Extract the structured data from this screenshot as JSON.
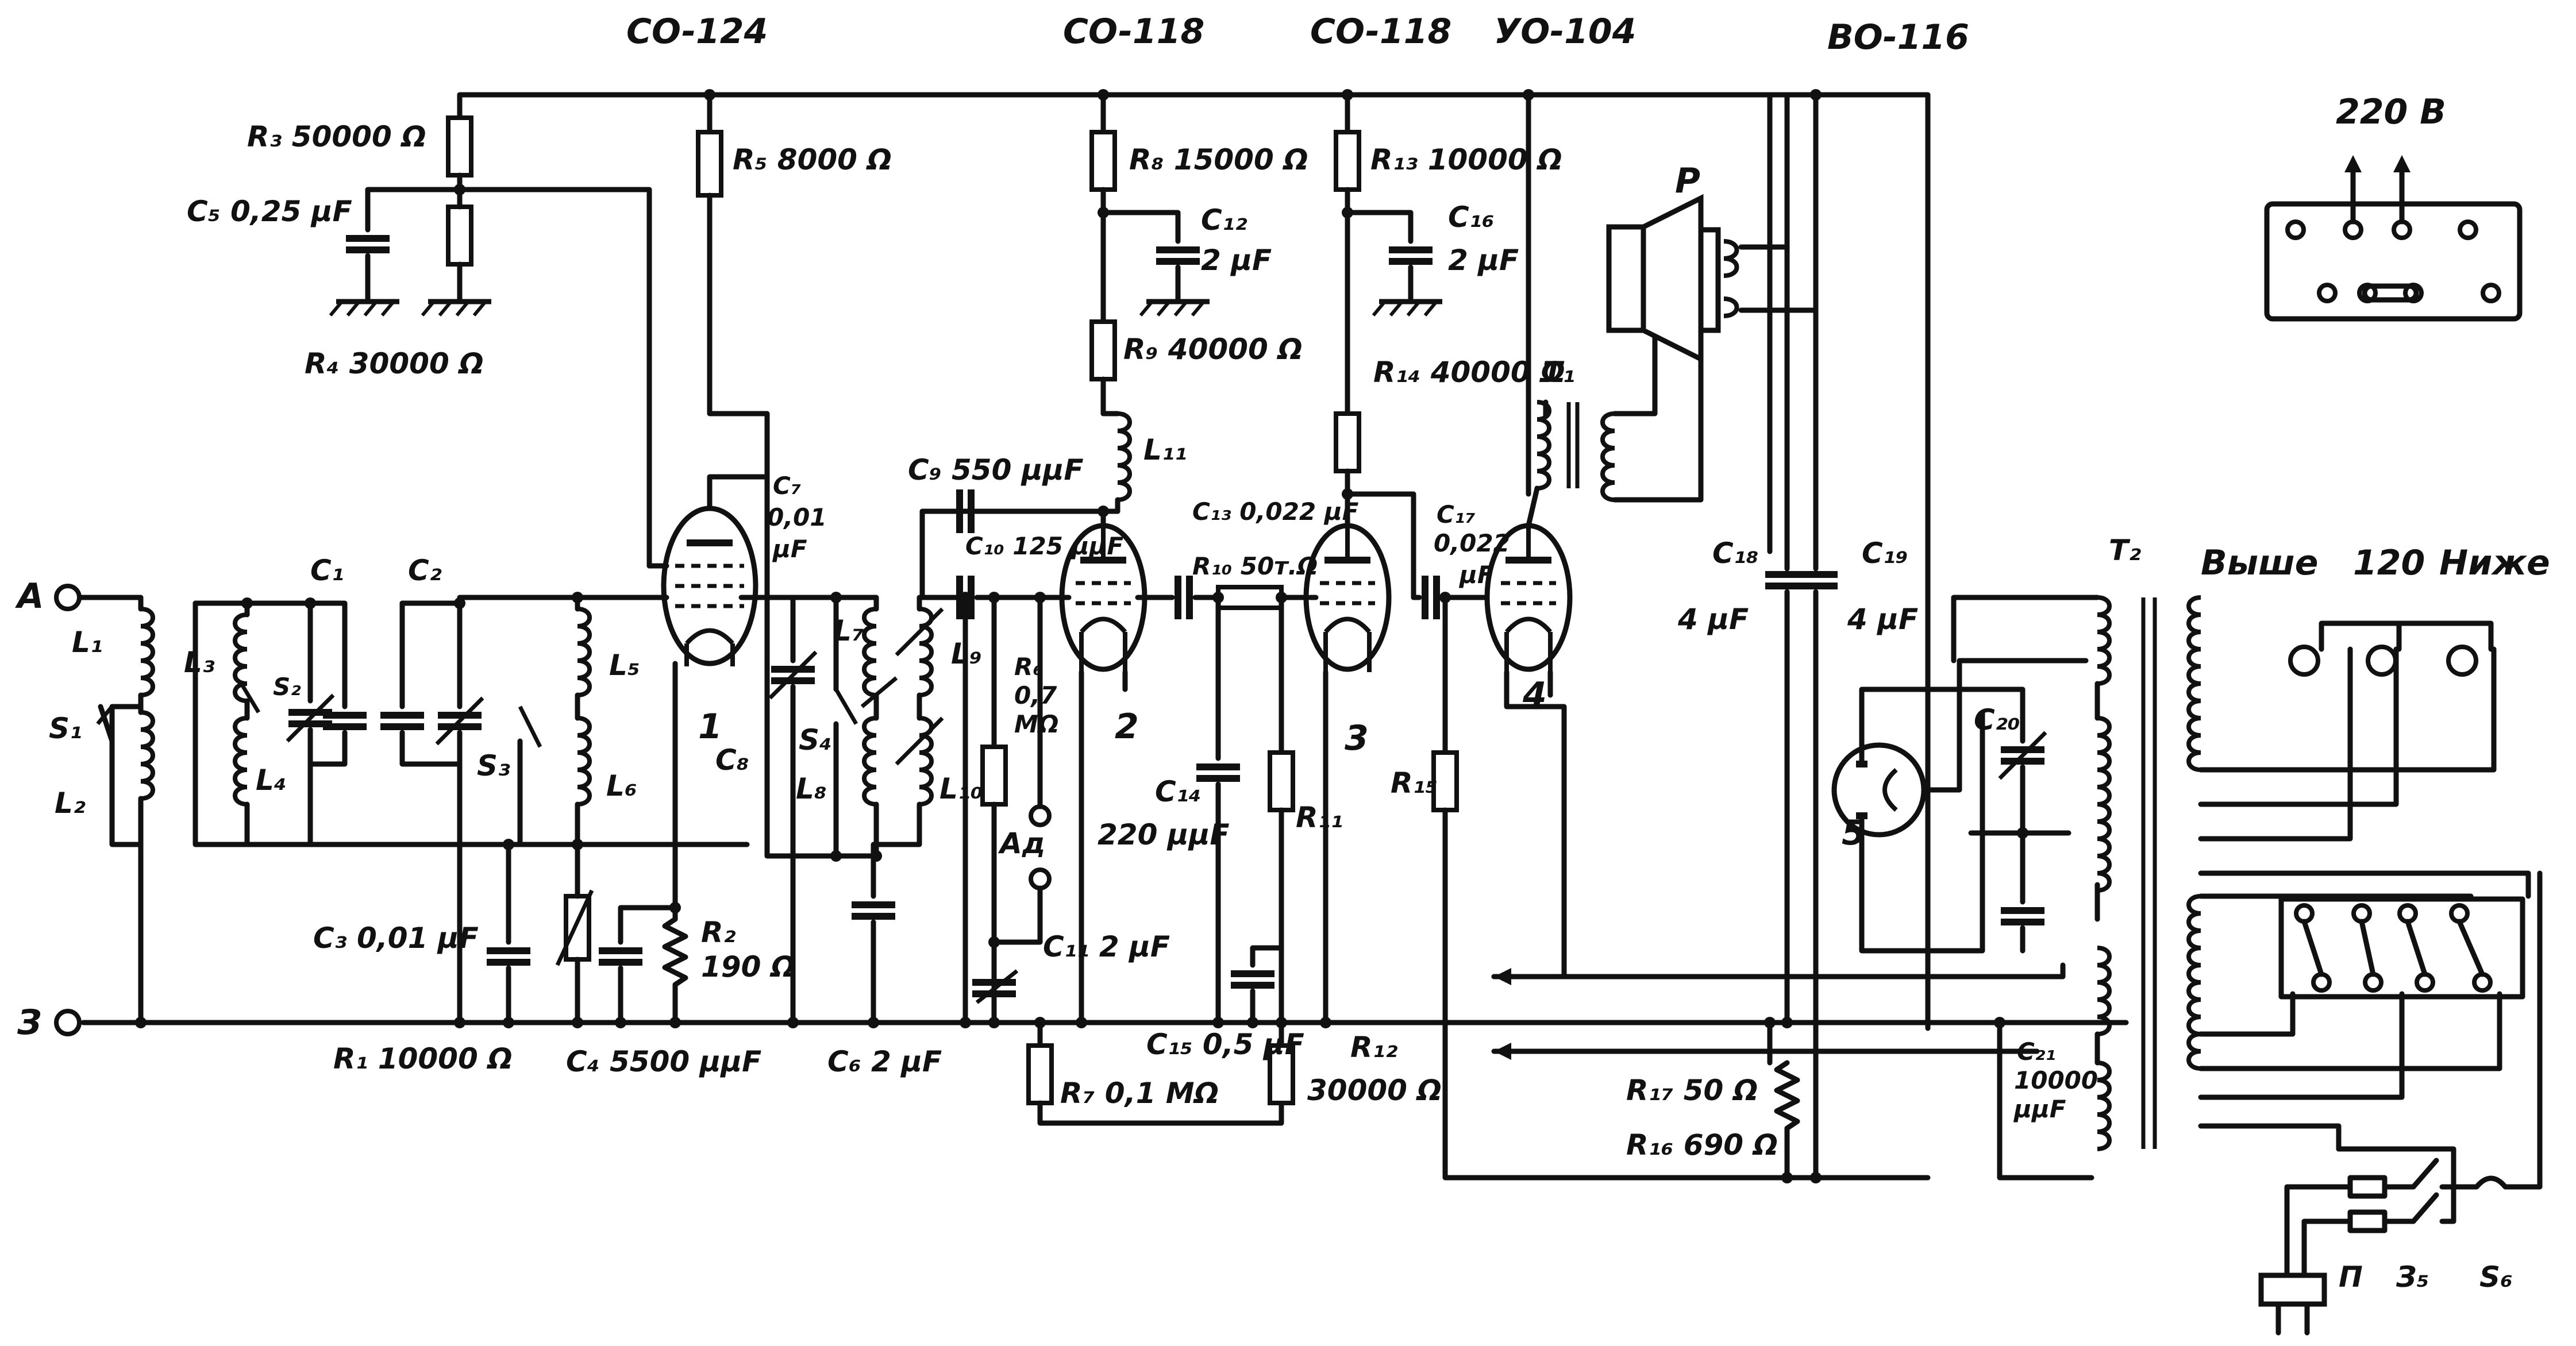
{
  "tubes": [
    {
      "id": "tube-1",
      "type": "CO-124",
      "number": "1"
    },
    {
      "id": "tube-2",
      "type": "CO-118",
      "number": "2"
    },
    {
      "id": "tube-3",
      "type": "CO-118",
      "number": "3"
    },
    {
      "id": "tube-4",
      "type": "УО-104",
      "number": "4"
    },
    {
      "id": "tube-5",
      "type": "ВО-116",
      "number": "5"
    }
  ],
  "terminals": {
    "antenna": "A",
    "ground": "З"
  },
  "resistors": [
    {
      "id": "R1",
      "label": "R₁ 10000 Ω"
    },
    {
      "id": "R2",
      "label": "R₂"
    },
    {
      "id": "R2v",
      "label": "190 Ω"
    },
    {
      "id": "R3",
      "label": "R₃ 50000 Ω"
    },
    {
      "id": "R4",
      "label": "R₄ 30000 Ω"
    },
    {
      "id": "R5",
      "label": "R₅ 8000 Ω"
    },
    {
      "id": "R6",
      "label": "R₆"
    },
    {
      "id": "R6v",
      "label": "0,7"
    },
    {
      "id": "R6u",
      "label": "MΩ"
    },
    {
      "id": "R7",
      "label": "R₇ 0,1 MΩ"
    },
    {
      "id": "R8",
      "label": "R₈ 15000 Ω"
    },
    {
      "id": "R9",
      "label": "R₉ 40000 Ω"
    },
    {
      "id": "R10",
      "label": "R₁₀ 50т.Ω"
    },
    {
      "id": "R11",
      "label": "R₁₁"
    },
    {
      "id": "R12",
      "label": "R₁₂"
    },
    {
      "id": "R12v",
      "label": "30000 Ω"
    },
    {
      "id": "R13",
      "label": "R₁₃ 10000 Ω"
    },
    {
      "id": "R14",
      "label": "R₁₄ 40000 Ω"
    },
    {
      "id": "R15",
      "label": "R₁₅"
    },
    {
      "id": "R16",
      "label": "R₁₆ 690 Ω"
    },
    {
      "id": "R17",
      "label": "R₁₇ 50 Ω"
    }
  ],
  "capacitors": [
    {
      "id": "C1",
      "label": "C₁"
    },
    {
      "id": "C2",
      "label": "C₂"
    },
    {
      "id": "C3",
      "label": "C₃ 0,01 μF"
    },
    {
      "id": "C4",
      "label": "C₄ 5500 μμF"
    },
    {
      "id": "C5",
      "label": "C₅ 0,25 μF"
    },
    {
      "id": "C6",
      "label": "C₆ 2 μF"
    },
    {
      "id": "C7",
      "label": "C₇"
    },
    {
      "id": "C7v",
      "label": "0,01"
    },
    {
      "id": "C7u",
      "label": "μF"
    },
    {
      "id": "C8",
      "label": "C₈"
    },
    {
      "id": "C9",
      "label": "C₉ 550 μμF"
    },
    {
      "id": "C10",
      "label": "C₁₀ 125 μμF"
    },
    {
      "id": "C11",
      "label": "C₁₁ 2 μF"
    },
    {
      "id": "C12",
      "label": "C₁₂"
    },
    {
      "id": "C12v",
      "label": "2 μF"
    },
    {
      "id": "C13",
      "label": "C₁₃ 0,022 μF"
    },
    {
      "id": "C14",
      "label": "C₁₄"
    },
    {
      "id": "C14v",
      "label": "220 μμF"
    },
    {
      "id": "C15",
      "label": "C₁₅ 0,5 μF"
    },
    {
      "id": "C16",
      "label": "C₁₆"
    },
    {
      "id": "C16v",
      "label": "2 μF"
    },
    {
      "id": "C17",
      "label": "C₁₇"
    },
    {
      "id": "C17v",
      "label": "0,022"
    },
    {
      "id": "C17u",
      "label": "μF"
    },
    {
      "id": "C18",
      "label": "C₁₈"
    },
    {
      "id": "C18v",
      "label": "4 μF"
    },
    {
      "id": "C19",
      "label": "C₁₉"
    },
    {
      "id": "C19v",
      "label": "4 μF"
    },
    {
      "id": "C20",
      "label": "C₂₀"
    },
    {
      "id": "C21",
      "label": "C₂₁"
    },
    {
      "id": "C21v",
      "label": "10000"
    },
    {
      "id": "C21u",
      "label": "μμF"
    }
  ],
  "inductors": [
    {
      "id": "L1",
      "label": "L₁"
    },
    {
      "id": "L2",
      "label": "L₂"
    },
    {
      "id": "L3",
      "label": "L₃"
    },
    {
      "id": "L4",
      "label": "L₄"
    },
    {
      "id": "L5",
      "label": "L₅"
    },
    {
      "id": "L6",
      "label": "L₆"
    },
    {
      "id": "L7",
      "label": "L₇"
    },
    {
      "id": "L8",
      "label": "L₈"
    },
    {
      "id": "L9",
      "label": "L₉"
    },
    {
      "id": "L10",
      "label": "L₁₀"
    },
    {
      "id": "L11",
      "label": "L₁₁"
    }
  ],
  "switches": [
    {
      "id": "S1",
      "label": "S₁"
    },
    {
      "id": "S2",
      "label": "S₂"
    },
    {
      "id": "S3",
      "label": "S₃"
    },
    {
      "id": "S4",
      "label": "S₄"
    },
    {
      "id": "S5",
      "label": "З₅"
    },
    {
      "id": "S6",
      "label": "S₆"
    }
  ],
  "transformers": [
    {
      "id": "T1",
      "label": "T₁"
    },
    {
      "id": "T2",
      "label": "T₂"
    }
  ],
  "misc": {
    "speaker": "P",
    "pickup": "Ад",
    "plug": "П",
    "mains_voltage": "220 В",
    "tap_higher": "Выше",
    "tap_value": "120",
    "tap_lower": "Ниже"
  }
}
